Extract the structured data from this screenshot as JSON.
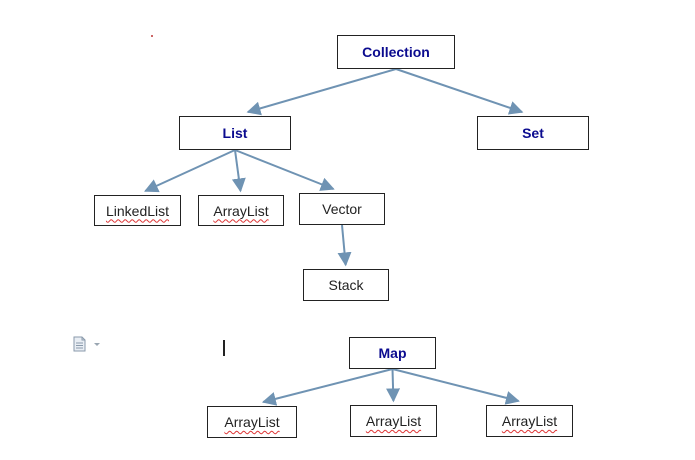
{
  "diagram": {
    "nodes": [
      {
        "id": "collection",
        "label": "Collection",
        "style": "root"
      },
      {
        "id": "list",
        "label": "List",
        "style": "root"
      },
      {
        "id": "set",
        "label": "Set",
        "style": "root"
      },
      {
        "id": "linkedlist",
        "label": "LinkedList",
        "style": "leaf",
        "spellcheck": true
      },
      {
        "id": "arraylist1",
        "label": "ArrayList",
        "style": "leaf",
        "spellcheck": true
      },
      {
        "id": "vector",
        "label": "Vector",
        "style": "leaf",
        "spellcheck": false
      },
      {
        "id": "stack",
        "label": "Stack",
        "style": "leaf",
        "spellcheck": false
      },
      {
        "id": "map",
        "label": "Map",
        "style": "root"
      },
      {
        "id": "arraylist2",
        "label": "ArrayList",
        "style": "leaf",
        "spellcheck": true
      },
      {
        "id": "arraylist3",
        "label": "ArrayList",
        "style": "leaf",
        "spellcheck": true
      },
      {
        "id": "arraylist4",
        "label": "ArrayList",
        "style": "leaf",
        "spellcheck": true
      }
    ],
    "edges": [
      {
        "from": "collection",
        "to": "list"
      },
      {
        "from": "collection",
        "to": "set"
      },
      {
        "from": "list",
        "to": "linkedlist"
      },
      {
        "from": "list",
        "to": "arraylist1"
      },
      {
        "from": "list",
        "to": "vector"
      },
      {
        "from": "vector",
        "to": "stack"
      },
      {
        "from": "map",
        "to": "arraylist2"
      },
      {
        "from": "map",
        "to": "arraylist3"
      },
      {
        "from": "map",
        "to": "arraylist4"
      }
    ],
    "colors": {
      "root_text": "#0b0b8f",
      "edge": "#6f93b3",
      "border": "#222222",
      "spellcheck": "#dd3333"
    }
  },
  "chrome": {
    "doc_icon": "document-icon",
    "dropdown_icon": "caret-down-icon"
  }
}
